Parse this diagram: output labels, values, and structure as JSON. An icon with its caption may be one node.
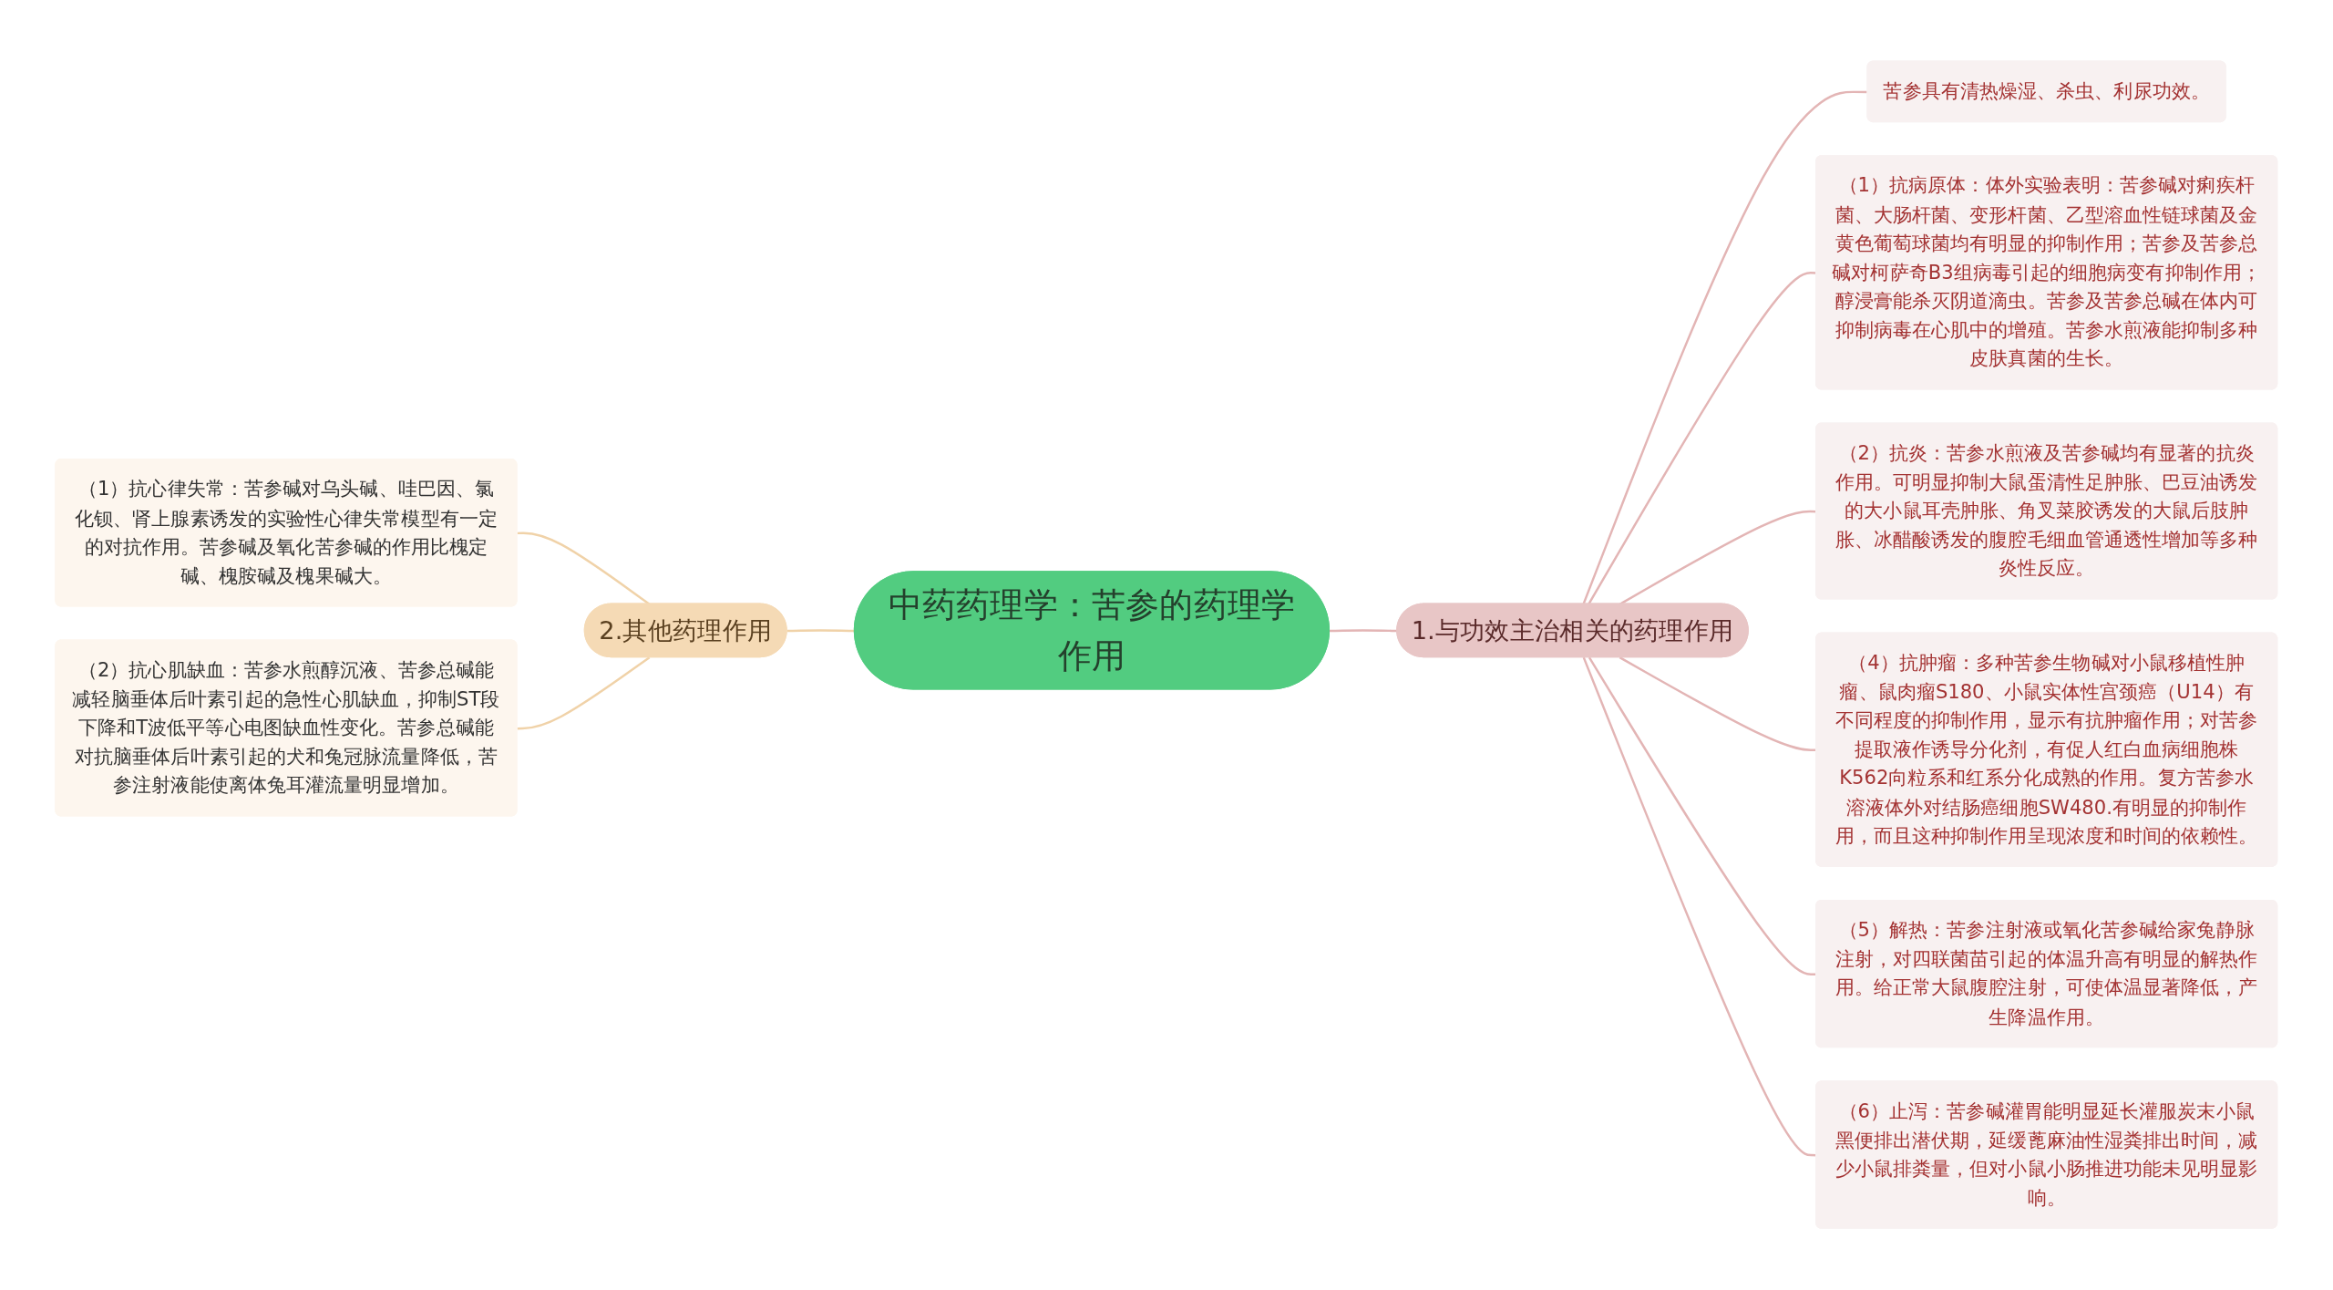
{
  "diagram": {
    "nodes": [
      {
        "text": [
          "中药药理学：苦参的药理学作用"
        ]
      },
      {
        "text": [
          "1.与功效主治相关的药理作用"
        ]
      },
      {
        "text": [
          "苦参具有清热燥湿、杀虫、利尿功效。"
        ]
      },
      {
        "text": [
          "（1）抗病原体：体外实验表明：苦参碱对痢疾杆菌、大肠杆菌、变形杆菌、乙型溶血性链球菌及金黄色葡萄球菌均有明显的抑制作用；苦参及苦参总碱对柯萨奇B3组病毒引起的细胞病变有抑制作用；醇浸膏能杀灭阴道滴虫。苦参及苦参总碱在体内可抑制病毒在心肌中的增殖。苦参水煎液能抑制多种皮肤真菌的生长。"
        ]
      },
      {
        "text": [
          "（2）抗炎：苦参水煎液及苦参碱均有显著的抗炎作用。可明显抑制大鼠蛋清性足肿胀、巴豆油诱发的大小鼠耳壳肿胀、角叉菜胶诱发的大鼠后肢肿胀、冰醋酸诱发的腹腔毛细血管通透性增加等多种炎性反应。"
        ]
      },
      {
        "text": [
          "（4）抗肿瘤：多种苦参生物碱对小鼠移植性肿瘤、鼠肉瘤S180、小鼠实体性宫颈癌（U14）有不同程度的抑制作用，显示有抗肿瘤作用；对苦参提取液作诱导分化剂，有促人红白血病细胞株K562向粒系和红系分化成熟的作用。复方苦参水溶液体外对结肠癌细胞SW480.有明显的抑制作用，而且这种抑制作用呈现浓度和时间的依赖性。"
        ]
      },
      {
        "text": [
          "（5）解热：苦参注射液或氧化苦参碱给家兔静脉注射，对四联菌苗引起的体温升高有明显的解热作用。给正常大鼠腹腔注射，可使体温显著降低，产生降温作用。"
        ]
      },
      {
        "text": [
          "（6）止泻：苦参碱灌胃能明显延长灌服炭末小鼠黑便排出潜伏期，延缓蓖麻油性湿粪排出时间，减少小鼠排粪量，但对小鼠小肠推进功能未见明显影响。"
        ]
      },
      {
        "text": [
          "2.其他药理作用"
        ]
      },
      {
        "text": [
          "（1）抗心律失常：苦参碱对乌头碱、哇巴因、氯化钡、肾上腺素诱发的实验性心律失常模型有一定的对抗作用。苦参碱及氧化苦参碱的作用比槐定碱、槐胺碱及槐果碱大。"
        ]
      },
      {
        "text": [
          "（2）抗心肌缺血：苦参水煎醇沉液、苦参总碱能减轻脑垂体后叶素引起的急性心肌缺血，抑制ST段下降和T波低平等心电图缺血性变化。苦参总碱能对抗脑垂体后叶素引起的犬和兔冠脉流量降低，苦参注射液能使离体兔耳灌流量明显增加。"
        ]
      }
    ],
    "edges": [
      {
        "from": 0,
        "to": 1,
        "arrow": "none"
      },
      {
        "from": 1,
        "to": 2,
        "arrow": "none"
      },
      {
        "from": 1,
        "to": 3,
        "arrow": "none"
      },
      {
        "from": 1,
        "to": 4,
        "arrow": "none"
      },
      {
        "from": 1,
        "to": 5,
        "arrow": "none"
      },
      {
        "from": 1,
        "to": 6,
        "arrow": "none"
      },
      {
        "from": 1,
        "to": 7,
        "arrow": "none"
      },
      {
        "from": 0,
        "to": 8,
        "arrow": "none"
      },
      {
        "from": 8,
        "to": 9,
        "arrow": "none"
      },
      {
        "from": 8,
        "to": 10,
        "arrow": "none"
      }
    ]
  }
}
